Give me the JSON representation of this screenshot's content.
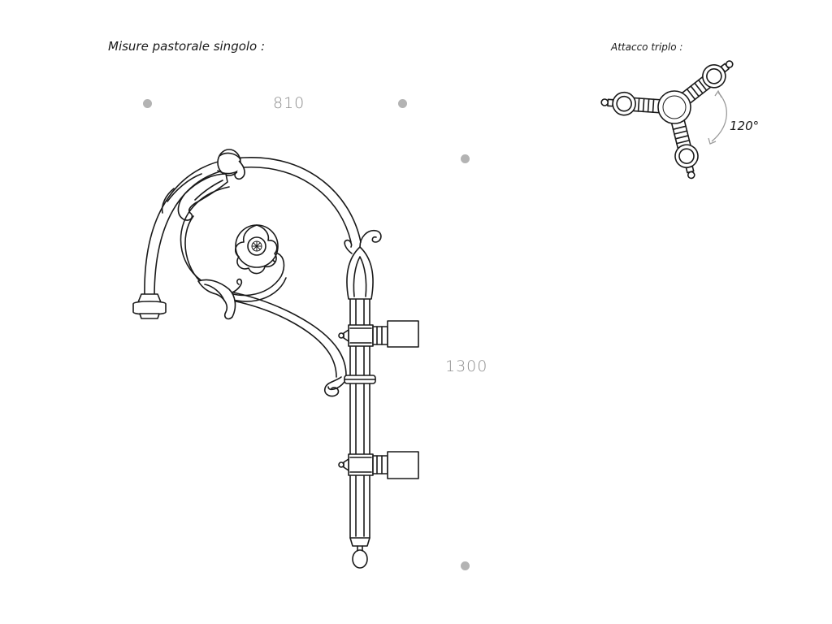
{
  "titles": {
    "single": "Misure pastorale singolo :",
    "triple": "Attacco triplo :"
  },
  "dimensions": {
    "width": "810",
    "height": "1300"
  },
  "triple_mount": {
    "angle_label": "120°"
  },
  "colors": {
    "line": "#1a1a1a",
    "dimension_text": "#8e8e8e",
    "marker_dot": "#b3b3b3"
  }
}
